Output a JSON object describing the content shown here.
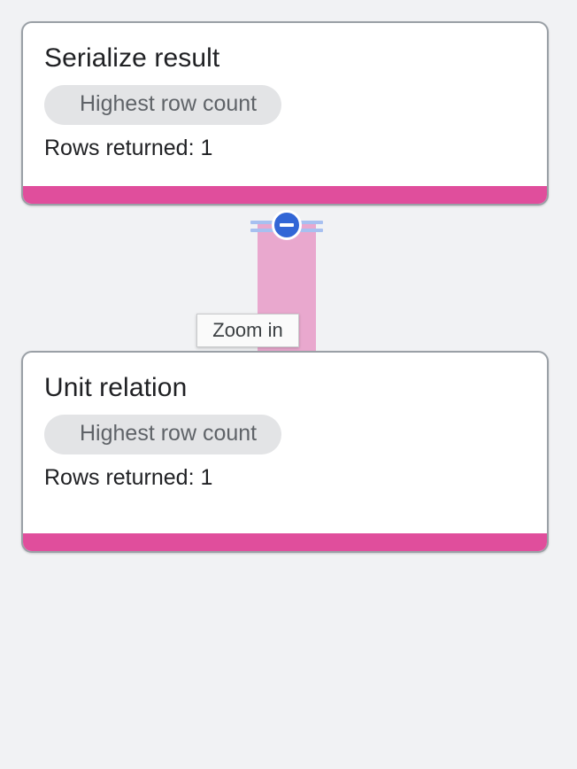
{
  "canvas": {
    "background_color": "#f1f2f4",
    "accent_color": "#e04e9c",
    "connector_color": "#e9a8ce",
    "control_color": "#3266d6",
    "control_line_color": "#a7c0f0"
  },
  "nodes": [
    {
      "id": "serialize-result",
      "title": "Serialize result",
      "chip_label": "Highest row count",
      "rows_text": "Rows returned: 1"
    },
    {
      "id": "unit-relation",
      "title": "Unit relation",
      "chip_label": "Highest row count",
      "rows_text": "Rows returned: 1"
    }
  ],
  "edge_control": {
    "icon": "minus-circle-icon",
    "state": "expanded"
  },
  "tooltip": {
    "label": "Zoom in"
  }
}
